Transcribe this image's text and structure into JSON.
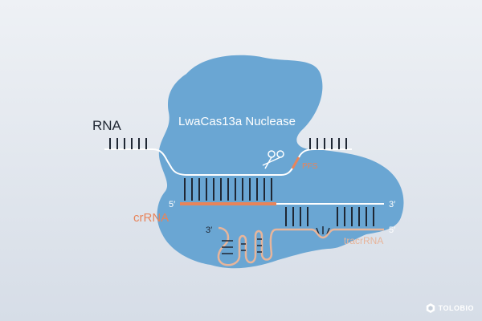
{
  "labels": {
    "rna": "RNA",
    "protein": "LwaCas13a Nuclease",
    "pfs": "PFS",
    "crrna": "crRNA",
    "tracrrna": "tracrRNA",
    "five_prime_left": "5′",
    "three_prime_right": "3′",
    "five_prime_right": "5′",
    "three_prime_bottom": "3′"
  },
  "brand": {
    "name": "TOLOBIO"
  },
  "colors": {
    "background": "#e4e9ef",
    "protein": "#6aa6d3",
    "strand": "#ffffff",
    "rna_strand": "#1f2733",
    "crrna": "#e8845a",
    "tracrrna": "#e7b59b",
    "base": "#1f2733"
  },
  "icons": {
    "cleavage": "scissors-icon"
  }
}
